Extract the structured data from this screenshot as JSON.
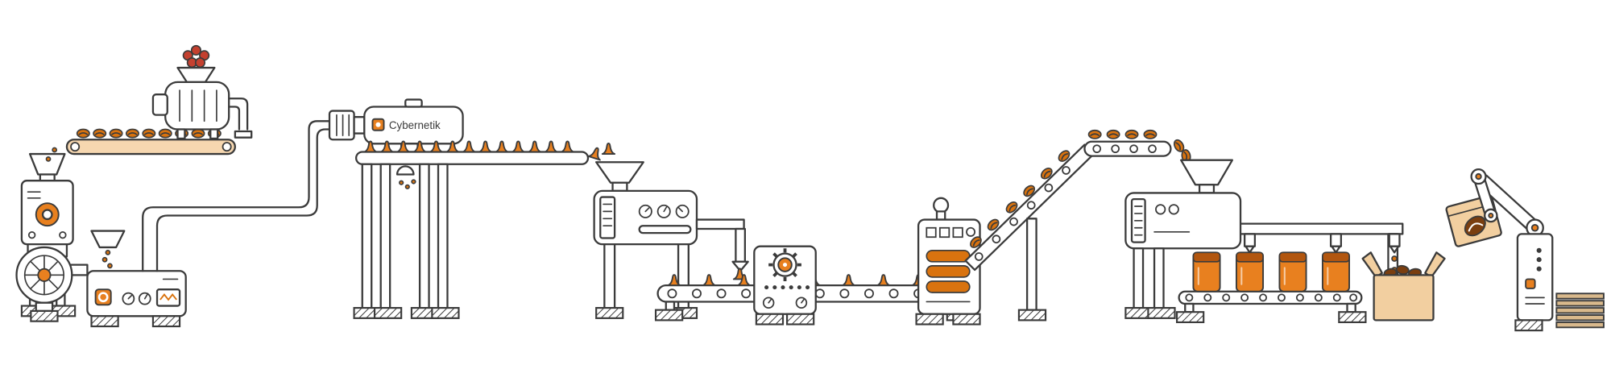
{
  "brand": {
    "label": "Cybernetik",
    "logo_color": "#e8801f"
  },
  "palette": {
    "outline": "#3b3b3b",
    "accent_orange": "#e8801f",
    "deep_orange": "#d9730f",
    "peach_belt": "#f6d7b0",
    "carton_tan": "#f2cfa0",
    "pallet_tan": "#d9b98c",
    "berry_red": "#c4402f",
    "bean_brown": "#7a3e10",
    "background": "#ffffff"
  },
  "scene": {
    "stages": [
      "bean-grinder",
      "input-belt",
      "roaster",
      "coffee-cherries",
      "crusher-mill",
      "transfer-pipes",
      "extruder",
      "cooling-conveyor",
      "forming-machine",
      "candy-conveyor",
      "control-station",
      "wrapping-machine",
      "incline-conveyor",
      "filling-machine",
      "filling-gantry",
      "pouch-conveyor",
      "pouches",
      "carton-box",
      "robot-arm",
      "pallet-stack"
    ]
  }
}
